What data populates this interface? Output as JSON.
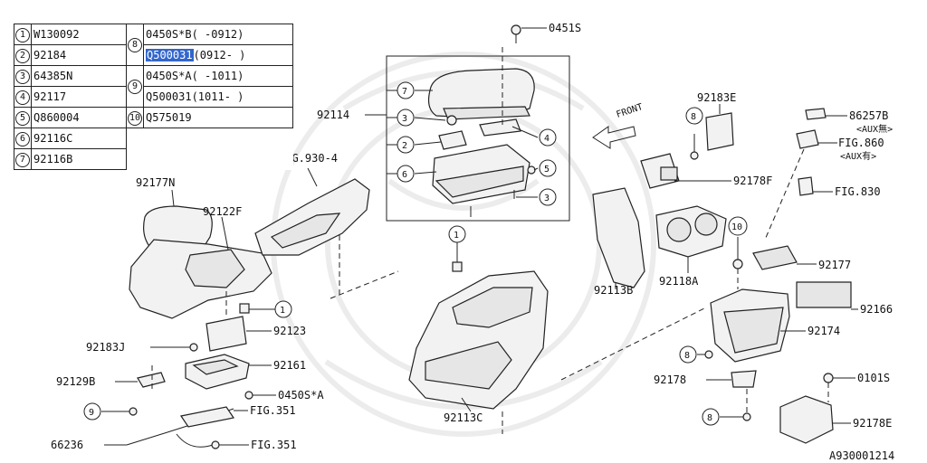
{
  "table_left": [
    {
      "num": "1",
      "code": "W130092"
    },
    {
      "num": "2",
      "code": "92184"
    },
    {
      "num": "3",
      "code": "64385N"
    },
    {
      "num": "4",
      "code": "92117"
    },
    {
      "num": "5",
      "code": "Q860004"
    },
    {
      "num": "6",
      "code": "92116C"
    },
    {
      "num": "7",
      "code": "92116B"
    }
  ],
  "table_right": {
    "ref8": {
      "num": "8",
      "rows": [
        {
          "code": "0450S*B",
          "range": "(  -0912)"
        },
        {
          "code": "Q500031",
          "range": "(0912-  )",
          "highlight": true
        }
      ]
    },
    "ref9": {
      "num": "9",
      "rows": [
        {
          "code": "0450S*A",
          "range": "(  -1011)"
        },
        {
          "code": "Q500031",
          "range": "(1011-  )"
        }
      ]
    },
    "ref10": {
      "num": "10",
      "rows": [
        {
          "code": "Q575019",
          "range": ""
        }
      ]
    }
  },
  "labels": {
    "l_0451s": "0451S",
    "l_92114": "92114",
    "l_92183e": "92183E",
    "l_86257b": "86257B",
    "l_aux_no": "<AUX無>",
    "l_fig860": "FIG.860",
    "l_aux_yes": "<AUX有>",
    "l_fig830": "FIG.830",
    "l_front": "FRONT",
    "l_92178f": "92178F",
    "l_fig930": "FIG.930-4",
    "l_92177n": "92177N",
    "l_92122f": "92122F",
    "l_92177": "92177",
    "l_92113b": "92113B",
    "l_92118a": "92118A",
    "l_92166": "92166",
    "l_92123": "92123",
    "l_92183j": "92183J",
    "l_92174": "92174",
    "l_92161": "92161",
    "l_92129b": "92129B",
    "l_0450sa": "0450S*A",
    "l_92178": "92178",
    "l_0101s": "0101S",
    "l_fig351a": "FIG.351",
    "l_92113c": "92113C",
    "l_66236": "66236",
    "l_fig351b": "FIG.351",
    "l_92178e": "92178E",
    "l_diagram_id": "A930001214"
  },
  "callouts": {
    "c1a": "1",
    "c1b": "1",
    "c2": "2",
    "c3a": "3",
    "c3b": "3",
    "c4": "4",
    "c5": "5",
    "c6": "6",
    "c7": "7",
    "c8a": "8",
    "c8b": "8",
    "c8c": "8",
    "c9": "9",
    "c10": "10"
  }
}
